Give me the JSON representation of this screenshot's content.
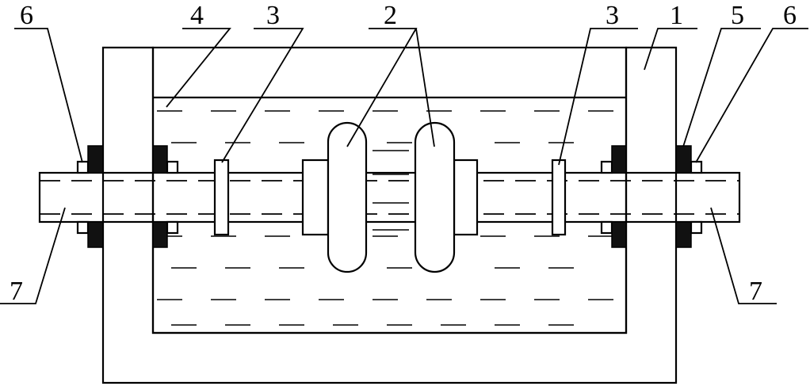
{
  "diagram": {
    "labels": {
      "l1": "1",
      "l2": "2",
      "l3_left": "3",
      "l3_right": "3",
      "l4": "4",
      "l5": "5",
      "l6_left": "6",
      "l6_right": "6",
      "l7_left": "7",
      "l7_right": "7"
    }
  }
}
